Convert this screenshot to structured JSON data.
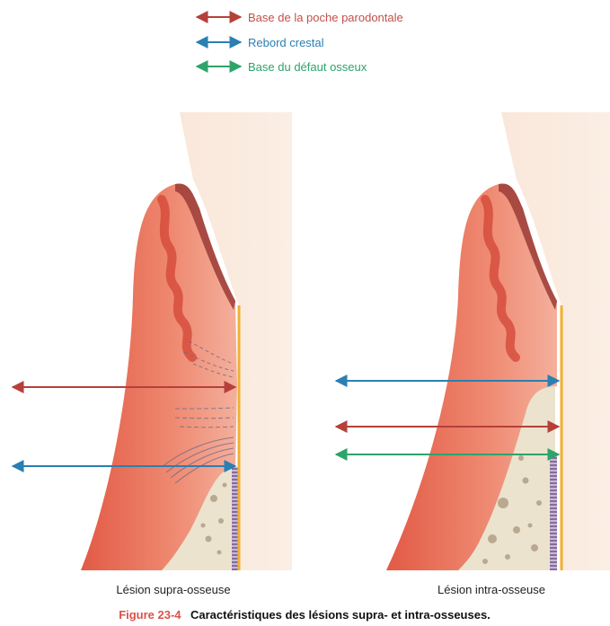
{
  "legend": {
    "items": [
      {
        "label": "Base de la poche parodontale",
        "color": "#b5403a",
        "text_color": "#c0504a"
      },
      {
        "label": "Rebord crestal",
        "color": "#2a7fb3",
        "text_color": "#2a7fb3"
      },
      {
        "label": "Base du défaut osseux",
        "color": "#2ea36a",
        "text_color": "#2ea36a"
      }
    ]
  },
  "panels": {
    "left": {
      "label": "Lésion supra-osseuse"
    },
    "right": {
      "label": "Lésion intra-osseuse"
    }
  },
  "caption": {
    "figure_number": "Figure 23-4",
    "text": "Caractéristiques des lésions supra- et intra-osseuses.",
    "number_color": "#d9534a"
  },
  "colors": {
    "gingiva": "#e8705a",
    "gingiva_dark": "#d4483a",
    "tooth": "#f7e4d6",
    "bone": "#ece3cf",
    "root_surface": "#f0b030",
    "ligament": "#7a5a8a"
  }
}
